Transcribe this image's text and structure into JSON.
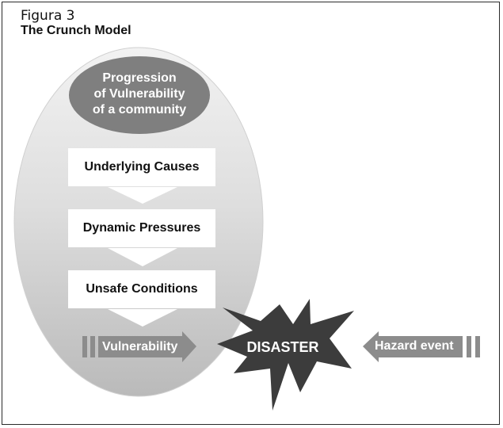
{
  "figure": {
    "label": "Figura 3",
    "title": "The Crunch Model"
  },
  "progression": {
    "line1": "Progression",
    "line2": "of Vulnerability",
    "line3": "of a community"
  },
  "stages": [
    {
      "label": "Underlying Causes"
    },
    {
      "label": "Dynamic Pressures"
    },
    {
      "label": "Unsafe Conditions"
    }
  ],
  "vulnerability_arrow": {
    "label": "Vulnerability"
  },
  "disaster": {
    "label": "DISASTER"
  },
  "hazard_arrow": {
    "label": "Hazard event"
  },
  "colors": {
    "oval_light": "#f0f0f0",
    "oval_dark": "#bdbdbd",
    "bubble": "#7f7f7f",
    "arrow": "#8c8c8c",
    "burst": "#3c3c3c"
  }
}
